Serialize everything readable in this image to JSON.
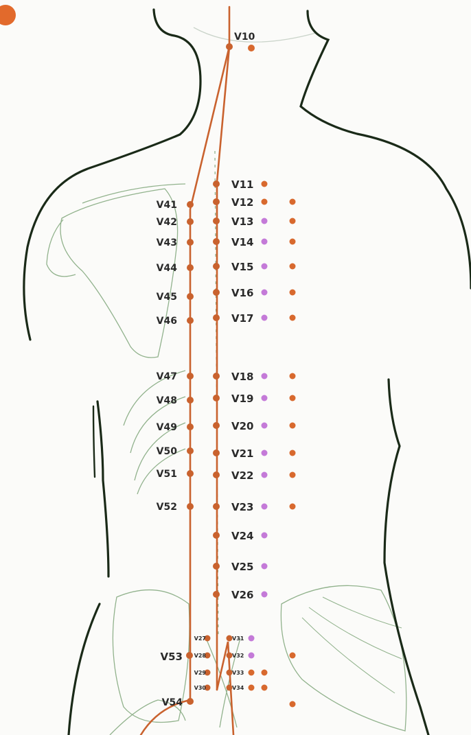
{
  "colors": {
    "meridian": "#c9622e",
    "point": "#c9622e",
    "extra_orange": "#d8692e",
    "extra_violet": "#c47ad8",
    "body_outline": "#1a2a18",
    "anatomy": "#6e9a68",
    "label": "#2a2a2a",
    "background": "#fbfbf9"
  },
  "icons": {
    "corner": "orange-dot-icon"
  },
  "meridian": {
    "top_label": "V10",
    "inner_points": [
      {
        "label": "V11",
        "extra": [
          "orange"
        ]
      },
      {
        "label": "V12",
        "extra": [
          "orange",
          "orange"
        ]
      },
      {
        "label": "V13",
        "extra": [
          "violet",
          "orange"
        ]
      },
      {
        "label": "V14",
        "extra": [
          "violet",
          "orange"
        ]
      },
      {
        "label": "V15",
        "extra": [
          "violet",
          "orange"
        ]
      },
      {
        "label": "V16",
        "extra": [
          "violet",
          "orange"
        ]
      },
      {
        "label": "V17",
        "extra": [
          "violet",
          "orange"
        ]
      },
      {
        "label": "V18",
        "extra": [
          "violet",
          "orange"
        ]
      },
      {
        "label": "V19",
        "extra": [
          "violet",
          "orange"
        ]
      },
      {
        "label": "V20",
        "extra": [
          "violet",
          "orange"
        ]
      },
      {
        "label": "V21",
        "extra": [
          "violet",
          "orange"
        ]
      },
      {
        "label": "V22",
        "extra": [
          "violet",
          "orange"
        ]
      },
      {
        "label": "V23",
        "extra": [
          "violet",
          "orange"
        ]
      },
      {
        "label": "V24",
        "extra": [
          "violet"
        ]
      },
      {
        "label": "V25",
        "extra": [
          "violet"
        ]
      },
      {
        "label": "V26",
        "extra": [
          "violet"
        ]
      }
    ],
    "outer_points": [
      "V41",
      "V42",
      "V43",
      "V44",
      "V45",
      "V46",
      "V47",
      "V48",
      "V49",
      "V50",
      "V51",
      "V52"
    ],
    "sacral_left": [
      "V27",
      "V28",
      "V29",
      "V30"
    ],
    "sacral_right": [
      "V31",
      "V32",
      "V33",
      "V34"
    ],
    "sacral_extras": [
      "violet",
      "violet",
      "orange",
      "orange"
    ],
    "lower_outer": [
      "V53",
      "V54"
    ]
  }
}
